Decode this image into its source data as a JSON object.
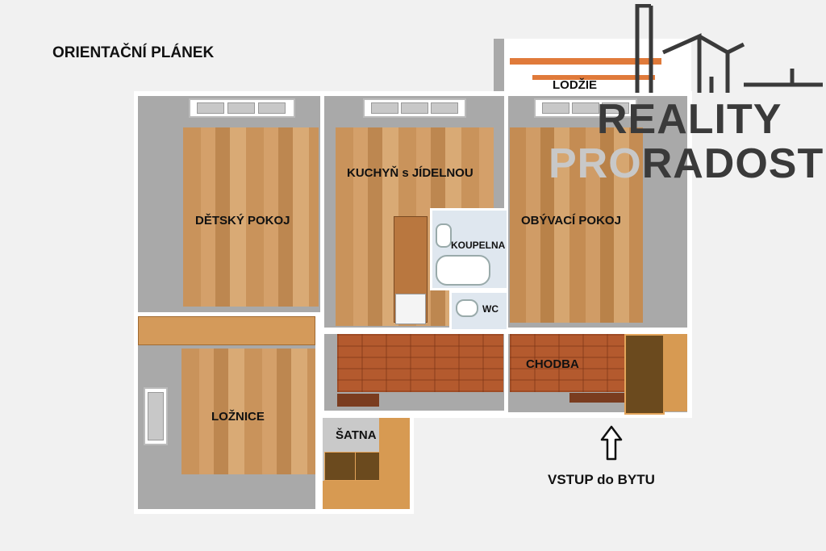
{
  "title": "ORIENTAČNÍ PLÁNEK",
  "rooms": {
    "detsky_pokoj": "DĚTSKÝ POKOJ",
    "kuchyn": "KUCHYŇ s JÍDELNOU",
    "lodzie": "LODŽIE",
    "koupelna": "KOUPELNA",
    "obyvaci_pokoj": "OBÝVACÍ POKOJ",
    "wc": "WC",
    "chodba": "CHODBA",
    "loznice": "LOŽNICE",
    "satna": "ŠATNA"
  },
  "entrance": {
    "label": "VSTUP do BYTU",
    "arrow_icon": "up-arrow-icon"
  },
  "logo": {
    "line1": "REALITY",
    "line2_prefix": "PRO",
    "line2_suffix": "RADOST",
    "colors": {
      "dark": "#3a3a3a",
      "light": "#c8c8c8"
    }
  }
}
